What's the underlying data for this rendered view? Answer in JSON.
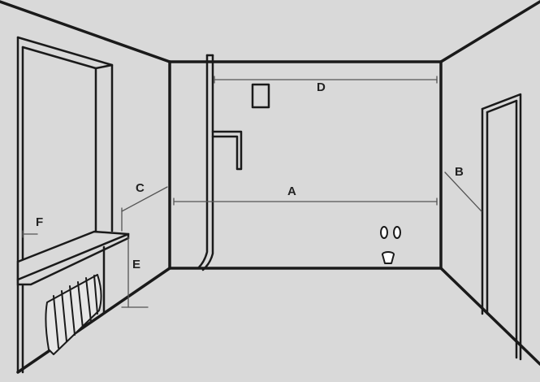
{
  "labels": {
    "A": "A",
    "B": "B",
    "C": "C",
    "D": "D",
    "E": "E",
    "F": "F"
  },
  "colors": {
    "background": "#d9d9d9",
    "line": "#1a1a1a",
    "dimension": "#555555"
  },
  "icons": [
    "footprints-icon",
    "cup-icon"
  ]
}
